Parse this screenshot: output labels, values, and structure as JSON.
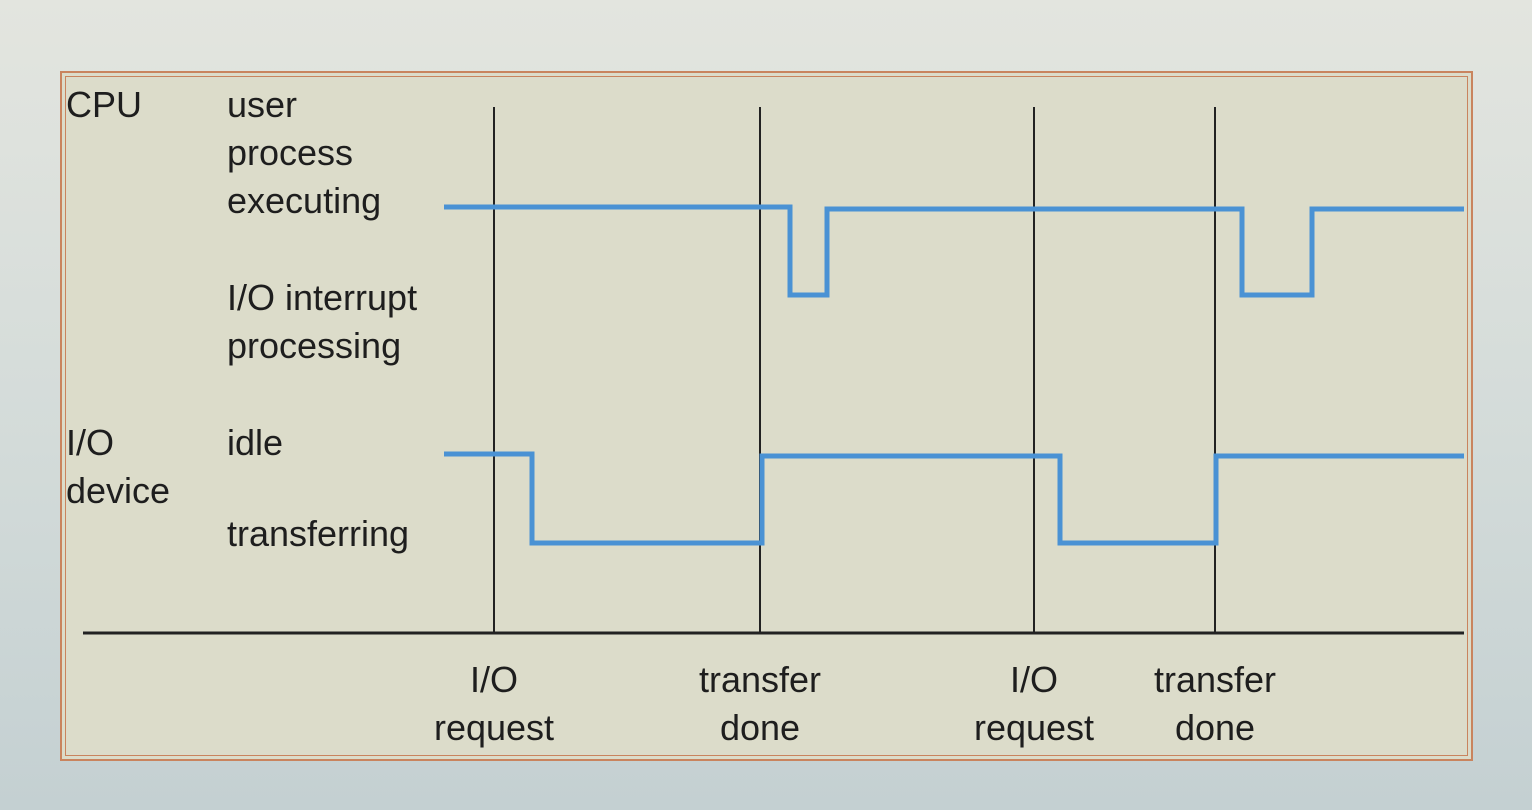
{
  "cpu": {
    "title": "CPU",
    "state_high_line1": "user",
    "state_high_line2": "process",
    "state_high_line3": "executing",
    "state_low_line1": "I/O interrupt",
    "state_low_line2": "processing"
  },
  "io": {
    "title_line1": "I/O",
    "title_line2": "device",
    "state_high": "idle",
    "state_low": "transferring"
  },
  "events": [
    {
      "line1": "I/O",
      "line2": "request"
    },
    {
      "line1": "transfer",
      "line2": "done"
    },
    {
      "line1": "I/O",
      "line2": "request"
    },
    {
      "line1": "transfer",
      "line2": "done"
    }
  ],
  "colors": {
    "signal": "#4a92d4",
    "frame": "#c9845e",
    "panel": "#dcdcca"
  }
}
